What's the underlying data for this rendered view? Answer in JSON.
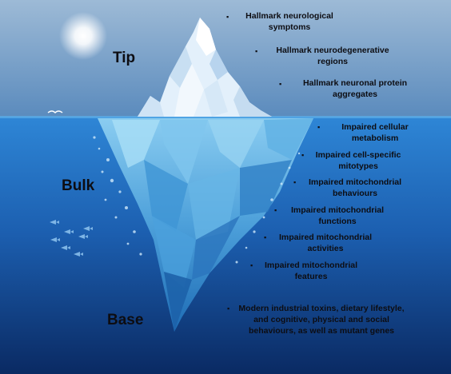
{
  "layers": {
    "tip": "Tip",
    "bulk": "Bulk",
    "base": "Base"
  },
  "tip_items": [
    "Hallmark neurological symptoms",
    "Hallmark neurodegenerative regions",
    "Hallmark neuronal protein aggregates"
  ],
  "bulk_items": [
    "Impaired cellular metabolism",
    "Impaired cell-specific mitotypes",
    "Impaired mitochondrial behaviours",
    "Impaired mitochondrial functions",
    "Impaired mitochondrial activities",
    "Impaired mitochondrial features"
  ],
  "base_items": [
    "Modern industrial toxins, dietary lifestyle, and cognitive, physical and social behaviours, as well as mutant genes"
  ],
  "bullet": "▪",
  "colors": {
    "sky_top": "#aac3dc",
    "sky_bottom": "#5f8fc0",
    "water_top": "#2f8ad8",
    "water_bottom": "#0a2a63",
    "ice": "#dfeefa",
    "text": "#0d0d12"
  }
}
